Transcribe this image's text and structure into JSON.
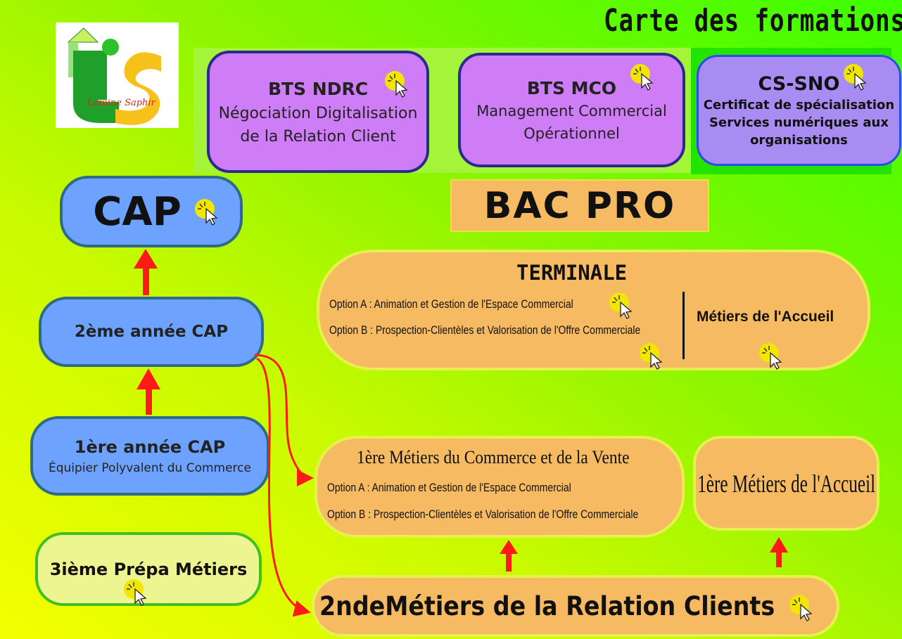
{
  "title": "Carte des formations",
  "logo": {
    "text": "Lamine Saphir",
    "letters": "LS"
  },
  "bts": [
    {
      "title": "BTS NDRC",
      "line1": "Négociation Digitalisation",
      "line2": "de la Relation Client"
    },
    {
      "title": "BTS MCO",
      "line1": "Management Commercial",
      "line2": "Opérationnel"
    },
    {
      "title": "CS-SNO",
      "line1": "Certificat de spécialisation",
      "line2": "Services numériques aux",
      "line3": "organisations"
    }
  ],
  "cap": {
    "title": "CAP",
    "year2": "2ème année CAP",
    "year1": "1ère année CAP",
    "year1_sub": "Équipier Polyvalent du Commerce",
    "prepa": "3ième Prépa Métiers"
  },
  "bacpro": {
    "title": "BAC PRO",
    "terminale": {
      "title": "TERMINALE",
      "optA": "Option A : Animation et Gestion de l'Espace Commercial",
      "optB": "Option B : Prospection-Clientèles et Valorisation de l'Offre Commerciale",
      "accueil": "Métiers de l'Accueil"
    },
    "premiere_mcv": {
      "title": "1ère Métiers du Commerce et de la Vente",
      "optA": "Option A : Animation et Gestion de l'Espace Commercial",
      "optB": "Option B : Prospection-Clientèles et Valorisation de l'Offre Commerciale"
    },
    "premiere_accueil": "1ère Métiers de l'Accueil",
    "seconde": "2ndeMétiers de la Relation Clients"
  },
  "colors": {
    "arrow": "#ff1a1a",
    "cursor": "#f2e600"
  }
}
